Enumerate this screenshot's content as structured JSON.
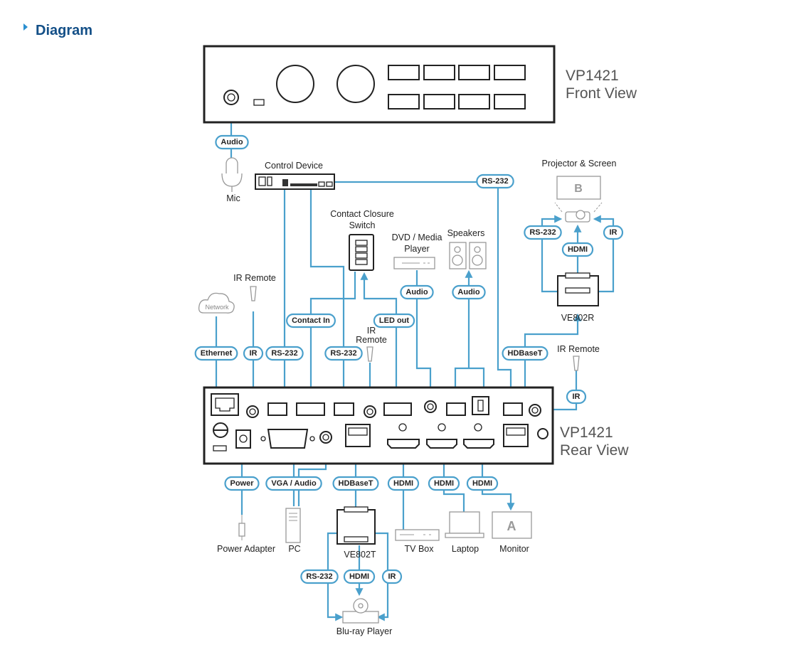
{
  "header": {
    "title": "Diagram"
  },
  "devices": {
    "front_model": "VP1421",
    "front_view": "Front View",
    "rear_model": "VP1421",
    "rear_view": "Rear View",
    "mic": "Mic",
    "control_device": "Control Device",
    "contact_closure_1": "Contact Closure",
    "contact_closure_2": "Switch",
    "dvd_1": "DVD / Media",
    "dvd_2": "Player",
    "speakers": "Speakers",
    "projector": "Projector & Screen",
    "screen_letter": "B",
    "ve802r": "VE802R",
    "ir_remote_left": "IR Remote",
    "ir_remote_mid_1": "IR",
    "ir_remote_mid_2": "Remote",
    "ir_remote_right": "IR Remote",
    "network": "Network",
    "power_adapter": "Power Adapter",
    "pc": "PC",
    "ve802t": "VE802T",
    "tv_box": "TV Box",
    "laptop": "Laptop",
    "monitor": "Monitor",
    "monitor_letter": "A",
    "bluray": "Blu-ray Player"
  },
  "connections": {
    "audio_mic": "Audio",
    "rs232_control": "RS-232",
    "rs232_proj": "RS-232",
    "hdmi_proj": "HDMI",
    "ir_proj": "IR",
    "audio_dvd": "Audio",
    "audio_spk": "Audio",
    "contact_in": "Contact In",
    "led_out": "LED out",
    "ethernet": "Ethernet",
    "ir_left": "IR",
    "rs232_a": "RS-232",
    "rs232_b": "RS-232",
    "hdbaset_top": "HDBaseT",
    "ir_right": "IR",
    "power": "Power",
    "vga_audio": "VGA / Audio",
    "hdbaset_bottom": "HDBaseT",
    "hdmi_1": "HDMI",
    "hdmi_2": "HDMI",
    "hdmi_3": "HDMI",
    "rs232_bluray": "RS-232",
    "hdmi_bluray": "HDMI",
    "ir_bluray": "IR"
  },
  "colors": {
    "line": "#4aa0cc",
    "title": "#134f87"
  }
}
